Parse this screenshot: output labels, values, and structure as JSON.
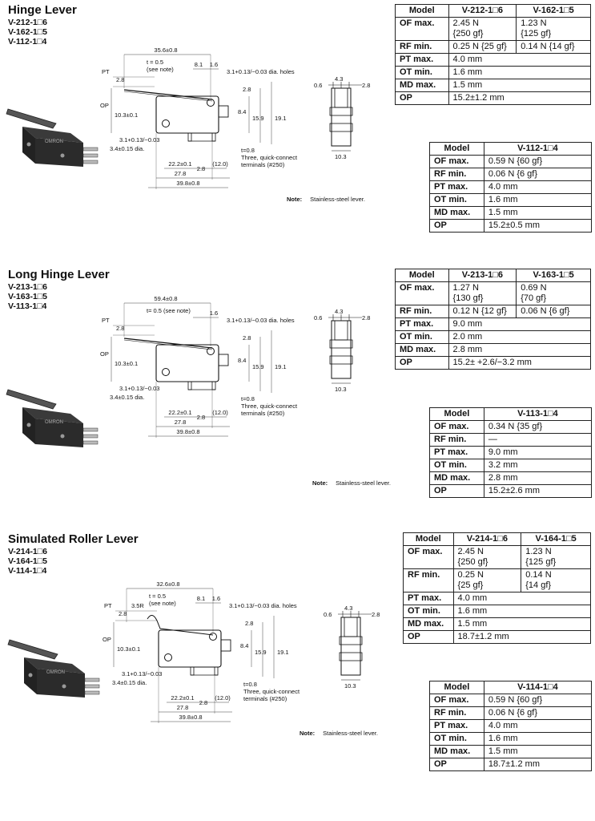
{
  "sections": [
    {
      "title": "Hinge Lever",
      "models": [
        "V-212-1□6",
        "V-162-1□5",
        "V-112-1□4"
      ],
      "note_label": "Note:",
      "note_text": "Stainless-steel lever.",
      "dims": {
        "lever_len": "35.6±0.8",
        "d81": "8.1",
        "d16": "1.6",
        "t": "t = 0.5",
        "see_note": "(see note)",
        "holes": "3.1+0.13/−0.03 dia. holes",
        "pt": "PT",
        "op": "OP",
        "d28a": "2.8",
        "d28b": "2.8",
        "d103": "10.3±0.1",
        "d84": "8.4",
        "d159": "15.9",
        "d191": "19.1",
        "hole_small": "3.1+0.13/−0.03",
        "d34": "3.4±0.15 dia.",
        "t08": "t=0.8",
        "terminals1": "Three, quick-connect",
        "terminals2": "terminals (#250)",
        "d222": "22.2±0.1",
        "d28c": "2.8",
        "d120": "(12.0)",
        "d278": "27.8",
        "d398": "39.8±0.8",
        "side_06": "0.6",
        "side_43": "4.3",
        "side_28": "2.8",
        "side_103": "10.3"
      },
      "table1": {
        "headers": [
          "Model",
          "V-212-1□6",
          "V-162-1□5"
        ],
        "rows": [
          [
            "OF max.",
            "2.45 N\n{250 gf}",
            "1.23 N\n{125 gf}"
          ],
          [
            "RF min.",
            "0.25 N {25 gf}",
            "0.14 N {14 gf}"
          ],
          [
            "PT max.",
            "4.0 mm"
          ],
          [
            "OT min.",
            "1.6 mm"
          ],
          [
            "MD max.",
            "1.5 mm"
          ],
          [
            "OP",
            "15.2±1.2 mm"
          ]
        ]
      },
      "table2": {
        "headers": [
          "Model",
          "V-112-1□4"
        ],
        "rows": [
          [
            "OF max.",
            "0.59 N {60 gf}"
          ],
          [
            "RF min.",
            "0.06 N {6 gf}"
          ],
          [
            "PT max.",
            "4.0 mm"
          ],
          [
            "OT min.",
            "1.6 mm"
          ],
          [
            "MD max.",
            "1.5 mm"
          ],
          [
            "OP",
            "15.2±0.5 mm"
          ]
        ]
      }
    },
    {
      "title": "Long Hinge Lever",
      "models": [
        "V-213-1□6",
        "V-163-1□5",
        "V-113-1□4"
      ],
      "note_label": "Note:",
      "note_text": "Stainless-steel lever.",
      "dims": {
        "lever_len": "59.4±0.8",
        "d81": "",
        "d16": "1.6",
        "t": "t= 0.5 (see note)",
        "see_note": "",
        "holes": "3.1+0.13/−0.03 dia. holes",
        "pt": "PT",
        "op": "OP",
        "d28a": "2.8",
        "d28b": "2.8",
        "d103": "10.3±0.1",
        "d84": "8.4",
        "d159": "15.9",
        "d191": "19.1",
        "hole_small": "3.1+0.13/−0.03",
        "d34": "3.4±0.15 dia.",
        "t08": "t=0.8",
        "terminals1": "Three, quick-connect",
        "terminals2": "terminals (#250)",
        "d222": "22.2±0.1",
        "d28c": "2.8",
        "d120": "(12.0)",
        "d278": "27.8",
        "d398": "39.8±0.8",
        "side_06": "0.6",
        "side_43": "4.3",
        "side_28": "2.8",
        "side_103": "10.3"
      },
      "table1": {
        "headers": [
          "Model",
          "V-213-1□6",
          "V-163-1□5"
        ],
        "rows": [
          [
            "OF max.",
            "1.27 N\n{130 gf}",
            "0.69 N\n{70 gf}"
          ],
          [
            "RF min.",
            "0.12 N {12 gf}",
            "0.06 N {6 gf}"
          ],
          [
            "PT max.",
            "9.0 mm"
          ],
          [
            "OT min.",
            "2.0 mm"
          ],
          [
            "MD max.",
            "2.8 mm"
          ],
          [
            "OP",
            "15.2± +2.6/−3.2 mm"
          ]
        ]
      },
      "table2": {
        "headers": [
          "Model",
          "V-113-1□4"
        ],
        "rows": [
          [
            "OF max.",
            "0.34 N {35 gf}"
          ],
          [
            "RF min.",
            "—"
          ],
          [
            "PT max.",
            "9.0 mm"
          ],
          [
            "OT min.",
            "3.2 mm"
          ],
          [
            "MD max.",
            "2.8 mm"
          ],
          [
            "OP",
            "15.2±2.6 mm"
          ]
        ]
      }
    },
    {
      "title": "Simulated Roller Lever",
      "models": [
        "V-214-1□6",
        "V-164-1□5",
        "V-114-1□4"
      ],
      "note_label": "Note:",
      "note_text": "Stainless-steel lever.",
      "dims": {
        "lever_len": "32.6±0.8",
        "d81": "8.1",
        "d16": "1.6",
        "t": "t = 0.5",
        "see_note": "(see note)",
        "holes": "3.1+0.13/−0.03 dia. holes",
        "pt": "PT",
        "op": "OP",
        "d28a": "2.8",
        "d28b": "2.8",
        "d103": "10.3±0.1",
        "d84": "8.4",
        "d159": "15.9",
        "d191": "19.1",
        "hole_small": "3.1+0.13/−0.03",
        "d34": "3.4±0.15 dia.",
        "t08": "t=0.8",
        "terminals1": "Three, quick-connect",
        "terminals2": "terminals (#250)",
        "d222": "22.2±0.1",
        "d28c": "2.8",
        "d120": "(12.0)",
        "d278": "27.8",
        "d398": "39.8±0.8",
        "side_06": "0.6",
        "side_43": "4.3",
        "side_28": "2.8",
        "side_103": "10.3",
        "r35": "3.5R"
      },
      "table1": {
        "headers": [
          "Model",
          "V-214-1□6",
          "V-164-1□5"
        ],
        "rows": [
          [
            "OF max.",
            "2.45 N\n{250 gf}",
            "1.23 N\n{125 gf}"
          ],
          [
            "RF min.",
            "0.25 N\n{25 gf}",
            "0.14 N\n{14 gf}"
          ],
          [
            "PT max.",
            "4.0 mm"
          ],
          [
            "OT min.",
            "1.6 mm"
          ],
          [
            "MD max.",
            "1.5 mm"
          ],
          [
            "OP",
            "18.7±1.2 mm"
          ]
        ]
      },
      "table2": {
        "headers": [
          "Model",
          "V-114-1□4"
        ],
        "rows": [
          [
            "OF max.",
            "0.59 N {60 gf}"
          ],
          [
            "RF min.",
            "0.06 N {6 gf}"
          ],
          [
            "PT max.",
            "4.0 mm"
          ],
          [
            "OT min.",
            "1.6 mm"
          ],
          [
            "MD max.",
            "1.5 mm"
          ],
          [
            "OP",
            "18.7±1.2 mm"
          ]
        ]
      }
    }
  ]
}
